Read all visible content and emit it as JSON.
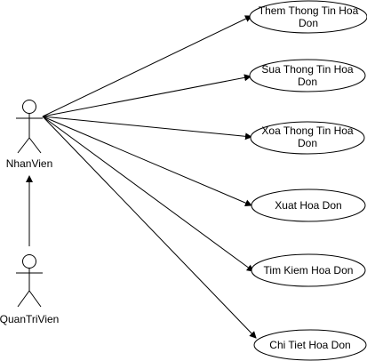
{
  "actors": {
    "nhanvien": "NhanVien",
    "quantrivien": "QuanTriVien"
  },
  "usecases": [
    {
      "line1": "Them Thong Tin Hoa",
      "line2": "Don"
    },
    {
      "line1": "Sua Thong Tin Hoa",
      "line2": "Don"
    },
    {
      "line1": "Xoa Thong Tin Hoa",
      "line2": "Don"
    },
    {
      "line1": "Xuat Hoa Don",
      "line2": ""
    },
    {
      "line1": "Tim Kiem Hoa Don",
      "line2": ""
    },
    {
      "line1": "Chi Tiet Hoa Don",
      "line2": ""
    }
  ],
  "colors": {
    "stroke": "#000000",
    "fill": "#ffffff"
  }
}
